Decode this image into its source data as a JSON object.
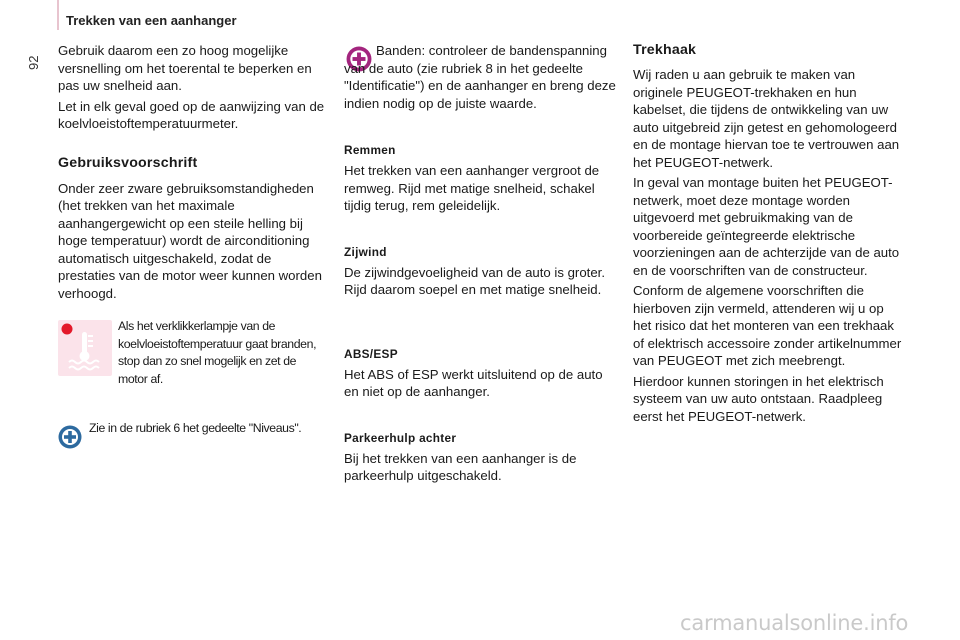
{
  "header": {
    "title": "Trekken van een aanhanger",
    "page_number": "92"
  },
  "col1": {
    "intro_p1": "Gebruik daarom een zo hoog mogelijke versnelling om het toerental te beperken en pas uw snelheid aan.",
    "intro_p2": "Let in elk geval goed op de aanwijzing van de koelvloeistoftemperatuurmeter.",
    "section_title": "Gebruiksvoorschrift",
    "section_body": "Onder zeer zware gebruiksomstandigheden (het trekken van het maximale aanhangergewicht op een steile helling bij hoge temperatuur) wordt de airconditioning automatisch uitgeschakeld, zodat de prestaties van de motor weer kunnen worden verhoogd.",
    "warning_text": "Als het verklikkerlampje van de koelvloeistoftemperatuur gaat branden, stop dan zo snel mogelijk en zet de motor af.",
    "tip_text": "Zie in de rubriek 6 het gedeelte \"Niveaus\"."
  },
  "col2": {
    "tip_text": "Banden: controleer de bandenspanning van de auto (zie rubriek 8 in het gedeelte \"Identificatie\") en de aanhanger en breng deze indien nodig op de juiste waarde.",
    "brakes_title": "Remmen",
    "brakes_body": "Het trekken van een aanhanger vergroot de remweg. Rijd met matige snelheid, schakel tijdig terug, rem geleidelijk.",
    "wind_title": "Zijwind",
    "wind_body": "De zijwindgevoeligheid van de auto is groter. Rijd daarom soepel en met matige snelheid.",
    "abs_title": "ABS/ESP",
    "abs_body": "Het ABS of ESP werkt uitsluitend op de auto en niet op de aanhanger.",
    "park_title": "Parkeerhulp achter",
    "park_body": "Bij het trekken van een aanhanger is de parkeerhulp uitgeschakeld."
  },
  "col3": {
    "title": "Trekhaak",
    "p1": "Wij raden u aan gebruik te maken van originele PEUGEOT-trekhaken en hun kabelset, die tijdens de ontwikkeling van uw auto uitgebreid zijn getest en gehomologeerd en de montage hiervan toe te vertrouwen aan het PEUGEOT-netwerk.",
    "p2": "In geval van montage buiten het PEUGEOT-netwerk, moet deze montage worden uitgevoerd met gebruikmaking van de voorbereide geïntegreerde elektrische voorzieningen aan de achterzijde van de auto en de voorschriften van de constructeur.",
    "p3": "Conform de algemene voorschriften die hierboven zijn vermeld, attenderen wij u op het risico dat het monteren van een trekhaak of elektrisch accessoire zonder artikelnummer van PEUGEOT met zich meebrengt.",
    "p4": "Hierdoor kunnen storingen in het elektrisch systeem van uw auto ontstaan. Raadpleeg eerst het PEUGEOT-netwerk."
  },
  "watermark": "carmanualsonline.info",
  "colors": {
    "plus_icon_blue": "#2d6a9f",
    "warning_red": "#e3192a",
    "icon_bg_pink": "#fbe3ea"
  }
}
